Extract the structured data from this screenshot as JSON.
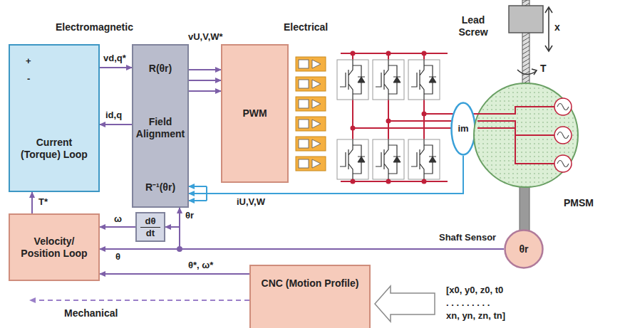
{
  "diagram": {
    "nodes": [
      {
        "text": [
          "Current (Torque) Loop"
        ]
      },
      {
        "text": [
          "R(θr)",
          "Field Alignment",
          "R⁻¹(θr)"
        ]
      },
      {
        "text": [
          "PWM"
        ]
      },
      {
        "text": [
          "im"
        ]
      },
      {
        "text": [
          "PMSM"
        ]
      },
      {
        "text": [
          "θr"
        ]
      },
      {
        "text": [
          "Velocity/ Position Loop"
        ]
      },
      {
        "text": [
          "dθ",
          "dt"
        ]
      },
      {
        "text": [
          "CNC (Motion Profile)"
        ]
      }
    ],
    "edges": [
      {
        "from": 0,
        "to": 1,
        "arrow": "to",
        "label": "vd,q*"
      },
      {
        "from": 1,
        "to": 0,
        "arrow": "to",
        "label": "id,q"
      },
      {
        "from": 1,
        "to": 2,
        "arrow": "to",
        "label": "vU,V,W*"
      },
      {
        "from": 3,
        "to": 1,
        "arrow": "to",
        "label": "iU,V,W"
      },
      {
        "from": 6,
        "to": 0,
        "arrow": "to",
        "label": "T*"
      },
      {
        "from": 5,
        "to": 6,
        "arrow": "to",
        "label": "θ"
      },
      {
        "from": 5,
        "to": 7,
        "arrow": "to"
      },
      {
        "from": 5,
        "to": 1,
        "arrow": "to",
        "label": "θr"
      },
      {
        "from": 7,
        "to": 6,
        "arrow": "to",
        "label": "ω"
      },
      {
        "from": 8,
        "to": 6,
        "arrow": "to",
        "label": "θ*, ω*"
      }
    ],
    "labels": [
      "Electromagnetic",
      "Electrical",
      "Lead Screw",
      "x",
      "T",
      "Shaft Sensor",
      "Mechanical",
      "[x0, y0, z0, t0",
      ". . . . . . . . .",
      "xn, yn, zn, tn]",
      "+",
      "-"
    ]
  }
}
